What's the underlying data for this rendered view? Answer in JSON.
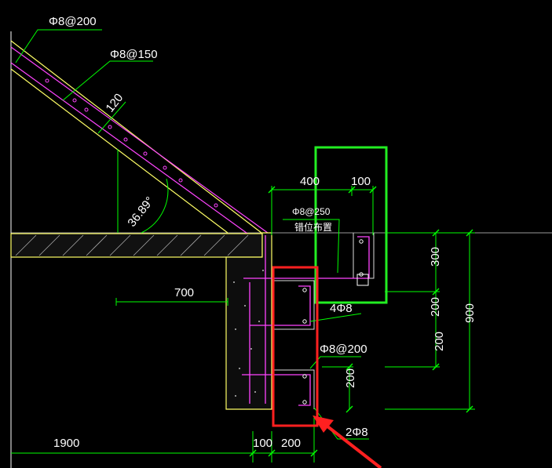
{
  "labels": {
    "rebar_slab_top": "Φ8@200",
    "rebar_slab_dist": "Φ8@150",
    "slab_thickness": "120",
    "slope_angle": "36.89°",
    "dim_400": "400",
    "dim_100_top": "100",
    "rebar_phi8_250": "Φ8@250",
    "note_staggered": "错位布置",
    "dim_300": "300",
    "dim_700": "700",
    "rebar_4phi8": "4Φ8",
    "dim_200_a": "200",
    "dim_900": "900",
    "rebar_phi8_200_b": "Φ8@200",
    "dim_200_b": "200",
    "dim_200_c": "200",
    "rebar_2phi8": "2Φ8",
    "dim_1900": "1900",
    "dim_100_bottom": "100",
    "dim_200_bottom": "200"
  },
  "colors": {
    "background": "#000000",
    "dimension": "#00ff00",
    "concrete_edge": "#ffff66",
    "rebar": "#ff44ff",
    "text": "#ffffff",
    "highlight_green": "#22ee22",
    "highlight_red": "#ff2020",
    "ground_line": "#bbbbbb"
  }
}
